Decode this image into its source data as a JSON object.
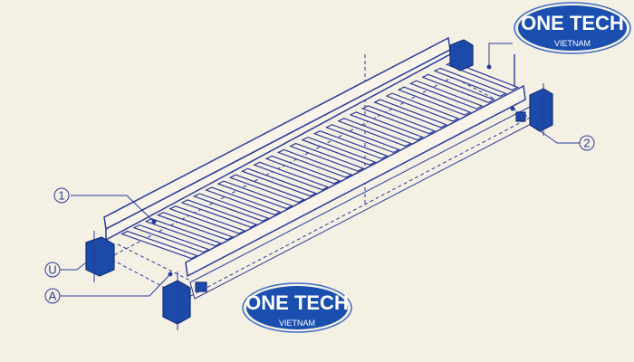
{
  "labels": {
    "one": "1",
    "two": "2",
    "u": "U",
    "a": "A"
  },
  "logos": [
    {
      "title": "ONE TECH",
      "subtitle": "VIETNAM"
    },
    {
      "title": "ONE TECH",
      "subtitle": "VIETNAM"
    }
  ],
  "colors": {
    "background": "#f5f0e4",
    "line": "#2a3a9a",
    "post": "#1c4aa8",
    "logo": "#1a4fb0"
  },
  "roller_count": 28
}
